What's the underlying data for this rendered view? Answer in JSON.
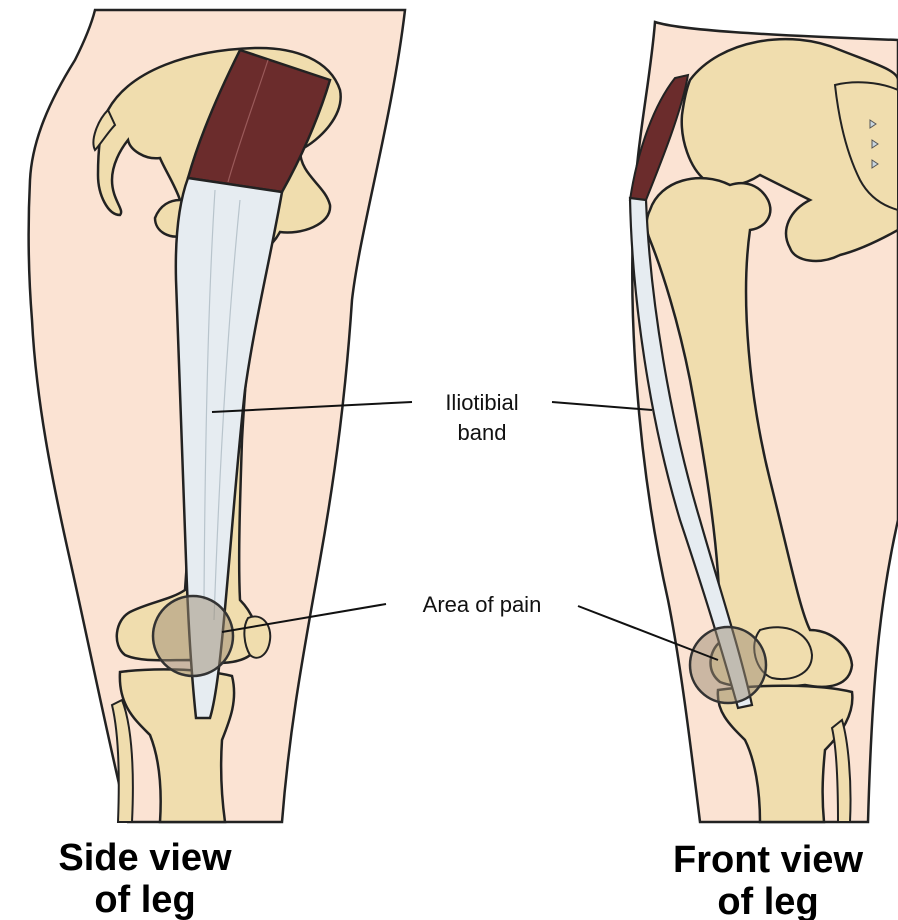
{
  "labels": {
    "iliotibial_line1": "Iliotibial",
    "iliotibial_line2": "band",
    "area_of_pain": "Area of pain"
  },
  "captions": {
    "side_line1": "Side view",
    "side_line2": "of leg",
    "front_line1": "Front view",
    "front_line2": "of leg"
  },
  "colors": {
    "skin": "#fbe3d3",
    "bone": "#f0ddae",
    "muscle": "#6b2c2c",
    "band": "#e6ecf1",
    "pain_area": "#9b8c74"
  }
}
